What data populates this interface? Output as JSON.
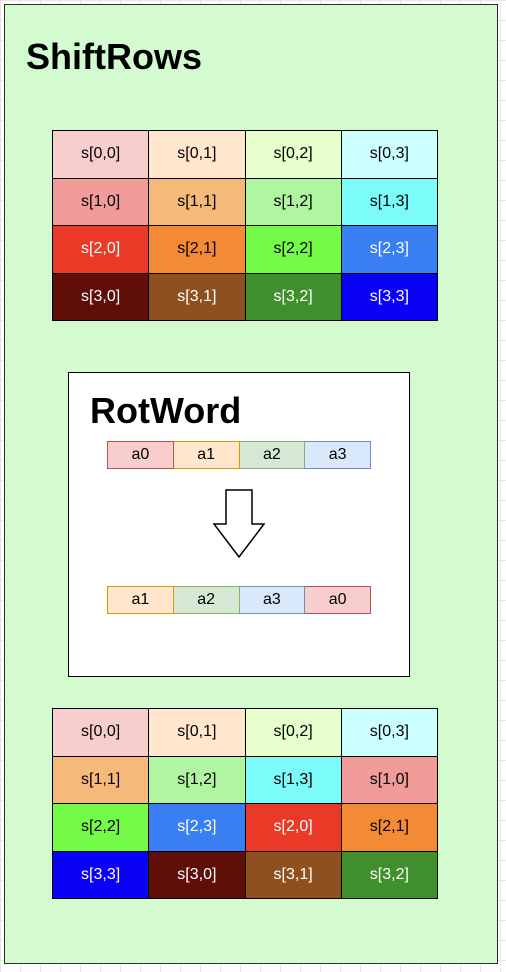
{
  "title": "ShiftRows",
  "state_before": [
    [
      {
        "label": "s[0,0]",
        "color": "#f8cecc"
      },
      {
        "label": "s[0,1]",
        "color": "#ffe6cc"
      },
      {
        "label": "s[0,2]",
        "color": "#e6ffcc"
      },
      {
        "label": "s[0,3]",
        "color": "#ccffff"
      }
    ],
    [
      {
        "label": "s[1,0]",
        "color": "#f19c99"
      },
      {
        "label": "s[1,1]",
        "color": "#f5b97a"
      },
      {
        "label": "s[1,2]",
        "color": "#b0f5a0"
      },
      {
        "label": "s[1,3]",
        "color": "#7cfbfb"
      }
    ],
    [
      {
        "label": "s[2,0]",
        "color": "#ea3a27"
      },
      {
        "label": "s[2,1]",
        "color": "#f28a36"
      },
      {
        "label": "s[2,2]",
        "color": "#74fb48"
      },
      {
        "label": "s[2,3]",
        "color": "#3a7ef3"
      }
    ],
    [
      {
        "label": "s[3,0]",
        "color": "#5f0e08"
      },
      {
        "label": "s[3,1]",
        "color": "#8f501f"
      },
      {
        "label": "s[3,2]",
        "color": "#3f8f2d"
      },
      {
        "label": "s[3,3]",
        "color": "#0a02f6"
      }
    ]
  ],
  "rotword": {
    "title": "RotWord",
    "before": [
      {
        "label": "a0",
        "fill": "#f8cecc",
        "stroke": "#b85450"
      },
      {
        "label": "a1",
        "fill": "#ffe6cc",
        "stroke": "#d79b00"
      },
      {
        "label": "a2",
        "fill": "#d5e8d4",
        "stroke": "#82b366"
      },
      {
        "label": "a3",
        "fill": "#dae8fc",
        "stroke": "#6c8ebf"
      }
    ],
    "after": [
      {
        "label": "a1",
        "fill": "#ffe6cc",
        "stroke": "#d79b00"
      },
      {
        "label": "a2",
        "fill": "#d5e8d4",
        "stroke": "#82b366"
      },
      {
        "label": "a3",
        "fill": "#dae8fc",
        "stroke": "#6c8ebf"
      },
      {
        "label": "a0",
        "fill": "#f8cecc",
        "stroke": "#b85450"
      }
    ]
  },
  "state_after": [
    [
      {
        "label": "s[0,0]",
        "color": "#f8cecc"
      },
      {
        "label": "s[0,1]",
        "color": "#ffe6cc"
      },
      {
        "label": "s[0,2]",
        "color": "#e6ffcc"
      },
      {
        "label": "s[0,3]",
        "color": "#ccffff"
      }
    ],
    [
      {
        "label": "s[1,1]",
        "color": "#f5b97a"
      },
      {
        "label": "s[1,2]",
        "color": "#b0f5a0"
      },
      {
        "label": "s[1,3]",
        "color": "#7cfbfb"
      },
      {
        "label": "s[1,0]",
        "color": "#f19c99"
      }
    ],
    [
      {
        "label": "s[2,2]",
        "color": "#74fb48"
      },
      {
        "label": "s[2,3]",
        "color": "#3a7ef3"
      },
      {
        "label": "s[2,0]",
        "color": "#ea3a27"
      },
      {
        "label": "s[2,1]",
        "color": "#f28a36"
      }
    ],
    [
      {
        "label": "s[3,3]",
        "color": "#0a02f6"
      },
      {
        "label": "s[3,0]",
        "color": "#5f0e08"
      },
      {
        "label": "s[3,1]",
        "color": "#8f501f"
      },
      {
        "label": "s[3,2]",
        "color": "#3f8f2d"
      }
    ]
  ]
}
